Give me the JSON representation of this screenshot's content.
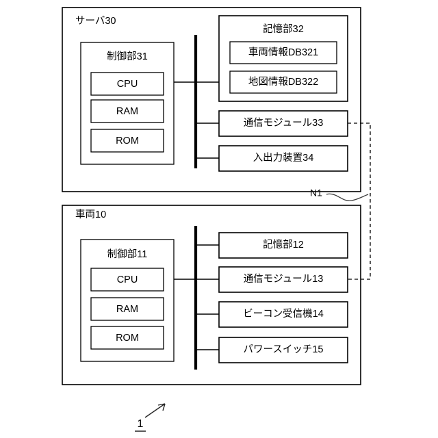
{
  "figure": {
    "type": "patent-block-diagram",
    "reference_numeral": "1",
    "network_label": "N1"
  },
  "server": {
    "title": "サーバ30",
    "control_unit": {
      "title": "制御部31",
      "components": [
        {
          "label": "CPU"
        },
        {
          "label": "RAM"
        },
        {
          "label": "ROM"
        }
      ]
    },
    "storage_unit": {
      "title": "記憶部32",
      "databases": [
        {
          "label": "車両情報DB321"
        },
        {
          "label": "地図情報DB322"
        }
      ]
    },
    "peripherals": [
      {
        "label": "通信モジュール33"
      },
      {
        "label": "入出力装置34"
      }
    ]
  },
  "vehicle": {
    "title": "車両10",
    "control_unit": {
      "title": "制御部11",
      "components": [
        {
          "label": "CPU"
        },
        {
          "label": "RAM"
        },
        {
          "label": "ROM"
        }
      ]
    },
    "peripherals": [
      {
        "label": "記憶部12"
      },
      {
        "label": "通信モジュール13"
      },
      {
        "label": "ビーコン受信機14"
      },
      {
        "label": "パワースイッチ15"
      }
    ]
  },
  "colors": {
    "line": "#000000",
    "background": "#ffffff",
    "leader": "#3c3c3c"
  }
}
